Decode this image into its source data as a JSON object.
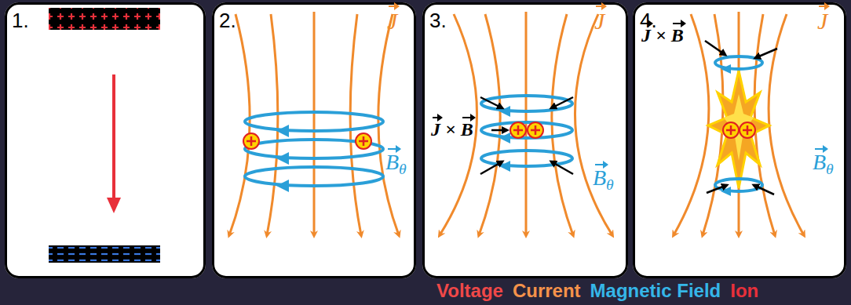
{
  "diagram": {
    "nodes": [
      {
        "text": [
          "1."
        ]
      },
      {
        "text": [
          "2.",
          "J",
          "Bθ"
        ]
      },
      {
        "text": [
          "3.",
          "J",
          "J × B",
          "Bθ"
        ]
      },
      {
        "text": [
          "4.",
          "J",
          "J × B",
          "Bθ"
        ]
      }
    ],
    "legend": [
      {
        "text": "Voltage",
        "color": "#f04848"
      },
      {
        "text": "Current",
        "color": "#f5924a"
      },
      {
        "text": "Magnetic Field",
        "color": "#35b6e8"
      },
      {
        "text": "Ion",
        "color": "#e8303a"
      }
    ]
  }
}
